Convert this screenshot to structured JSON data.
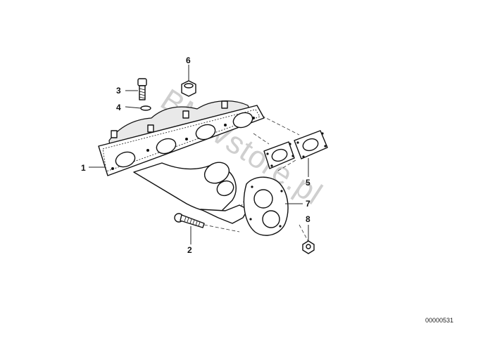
{
  "diagram": {
    "callouts": [
      "1",
      "2",
      "3",
      "4",
      "5",
      "6",
      "7",
      "8"
    ],
    "reference_number": "00000531",
    "watermark": "BMWstore.pl"
  }
}
